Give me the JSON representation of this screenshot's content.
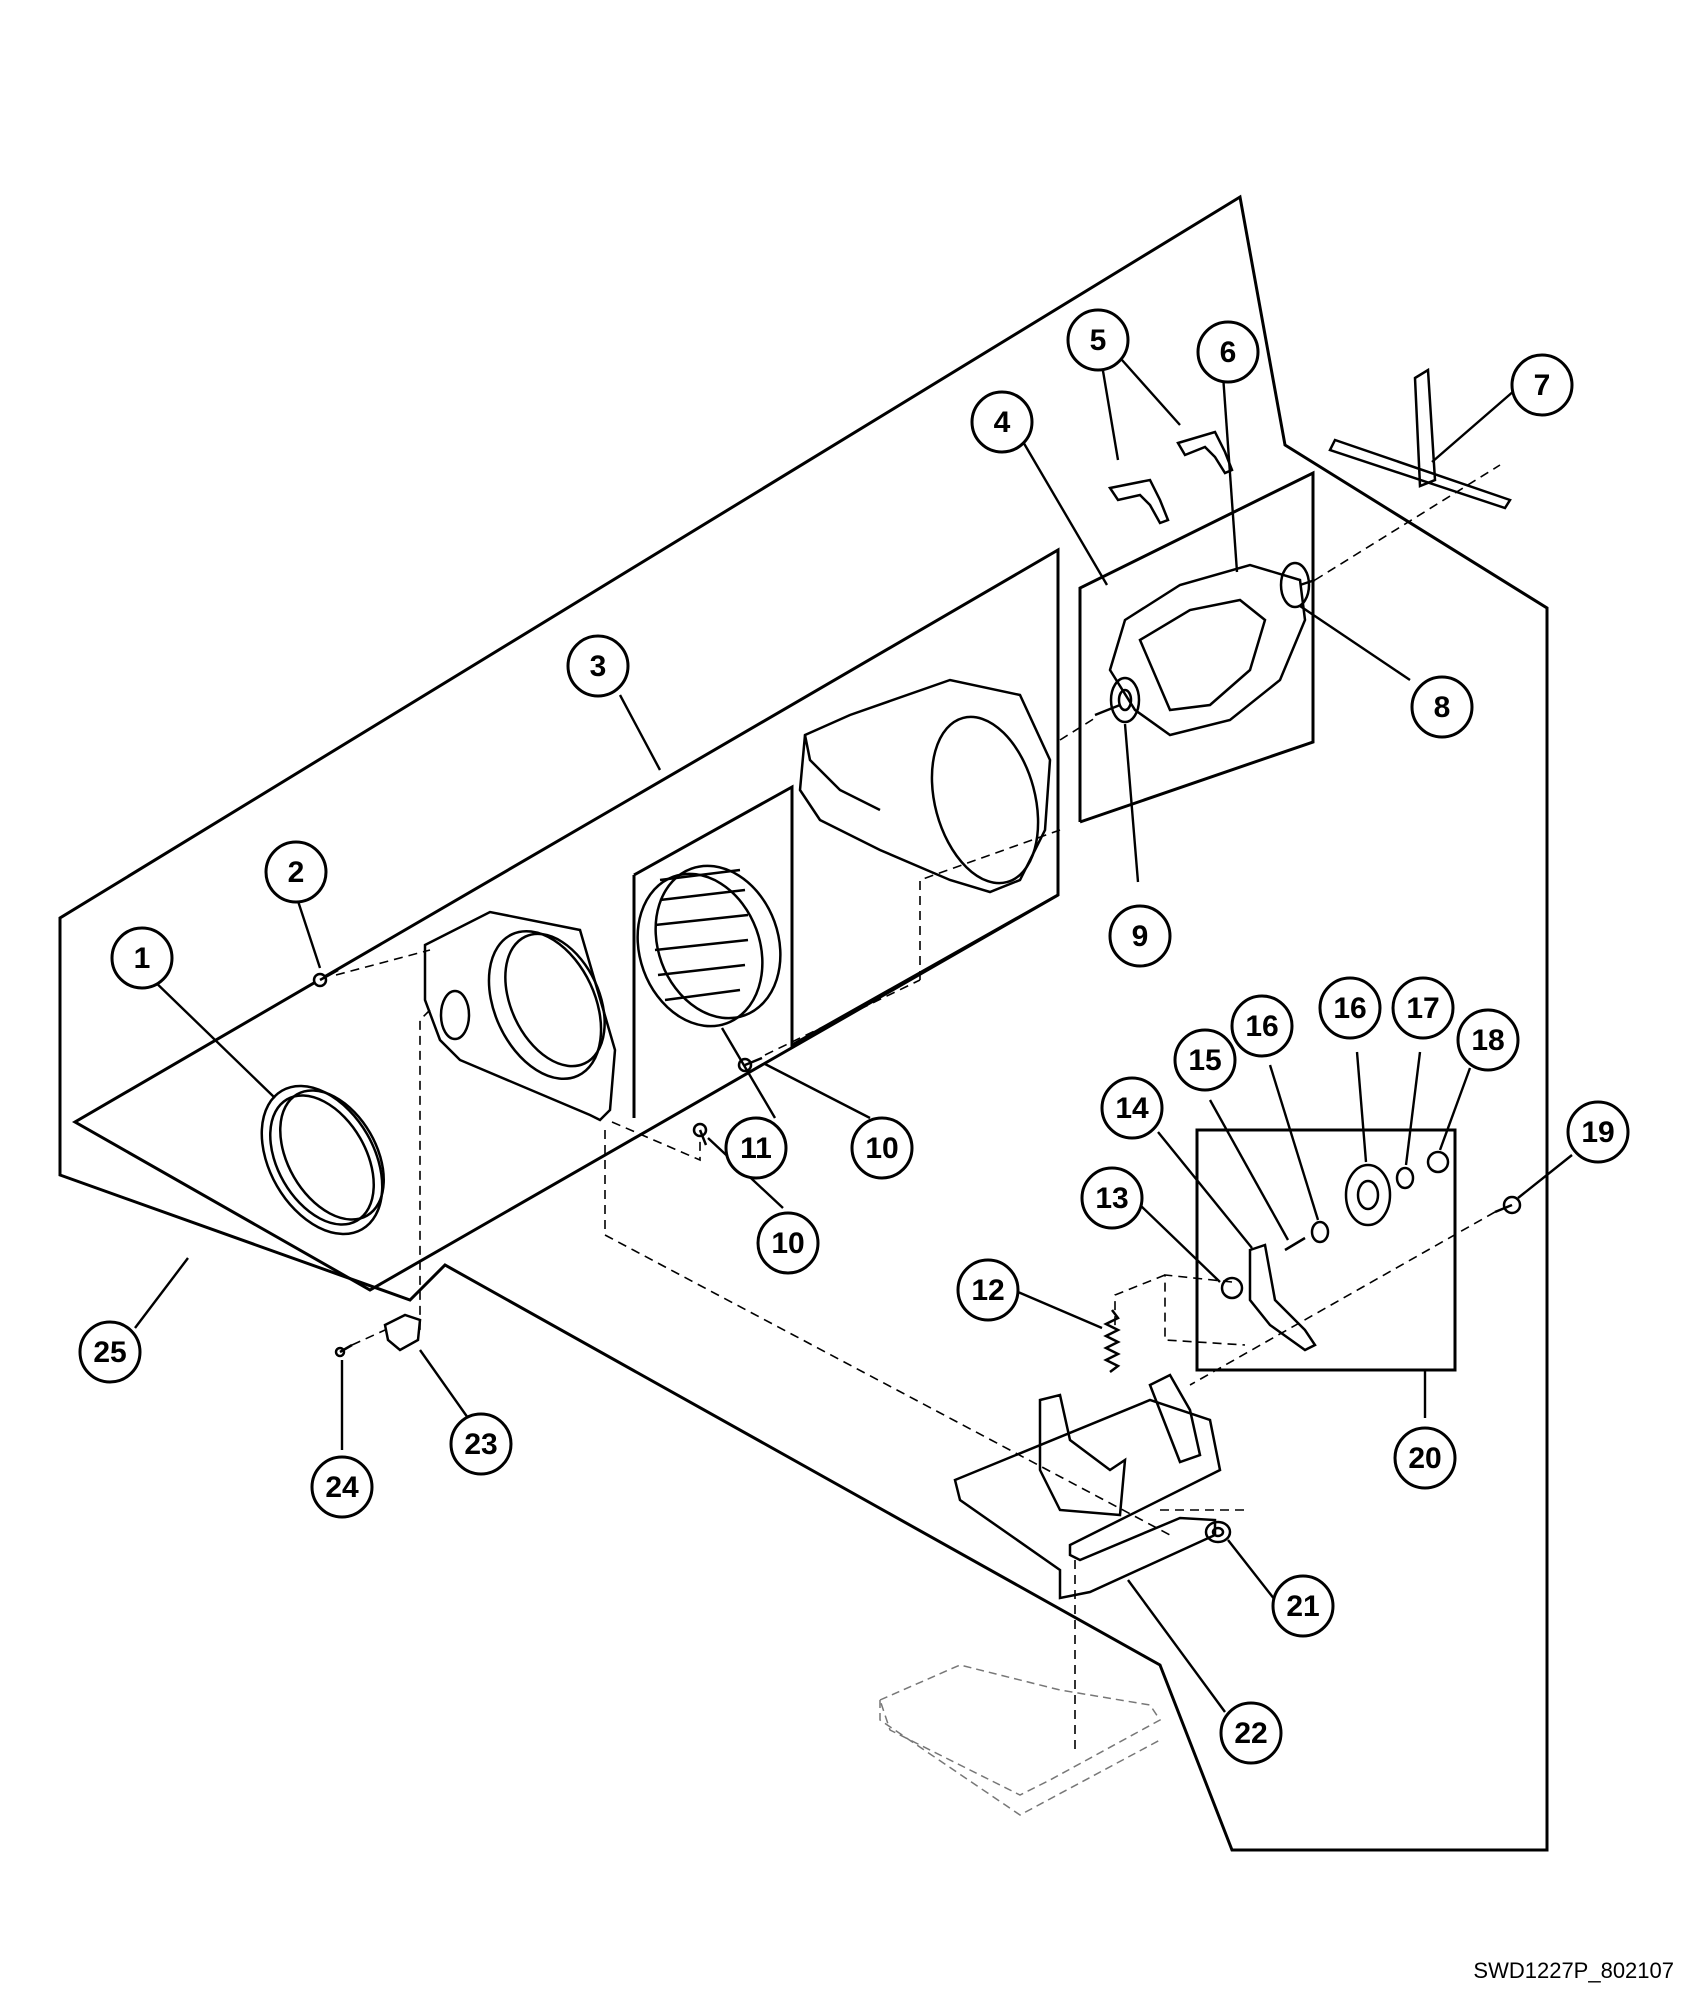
{
  "figure_id": "SWD1227P_802107",
  "callouts": [
    {
      "label": "1"
    },
    {
      "label": "2"
    },
    {
      "label": "3"
    },
    {
      "label": "4"
    },
    {
      "label": "5"
    },
    {
      "label": "6"
    },
    {
      "label": "7"
    },
    {
      "label": "8"
    },
    {
      "label": "9"
    },
    {
      "label": "10"
    },
    {
      "label": "10"
    },
    {
      "label": "11"
    },
    {
      "label": "12"
    },
    {
      "label": "13"
    },
    {
      "label": "14"
    },
    {
      "label": "15"
    },
    {
      "label": "16"
    },
    {
      "label": "16"
    },
    {
      "label": "17"
    },
    {
      "label": "18"
    },
    {
      "label": "19"
    },
    {
      "label": "20"
    },
    {
      "label": "21"
    },
    {
      "label": "22"
    },
    {
      "label": "23"
    },
    {
      "label": "24"
    },
    {
      "label": "25"
    }
  ]
}
